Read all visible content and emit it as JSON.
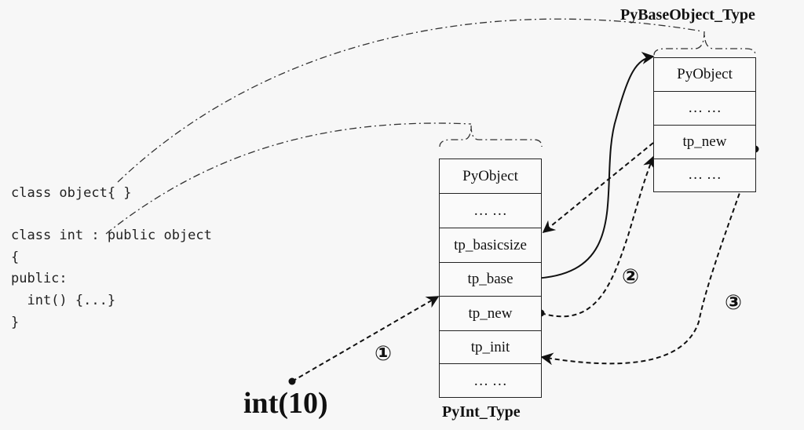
{
  "code": {
    "line1": "class object{ }",
    "line2": "class int : public object",
    "line3": "{",
    "line4": "public:",
    "line5": "  int() {...}",
    "line6": "}"
  },
  "call_label": "int(10)",
  "pyint_type": {
    "title": "PyInt_Type",
    "cells": [
      "PyObject",
      "… …",
      "tp_basicsize",
      "tp_base",
      "tp_new",
      "tp_init",
      "… …"
    ]
  },
  "pybaseobject_type": {
    "title": "PyBaseObject_Type",
    "cells": [
      "PyObject",
      "… …",
      "tp_new",
      "… …"
    ]
  },
  "steps": [
    "①",
    "②",
    "③"
  ]
}
